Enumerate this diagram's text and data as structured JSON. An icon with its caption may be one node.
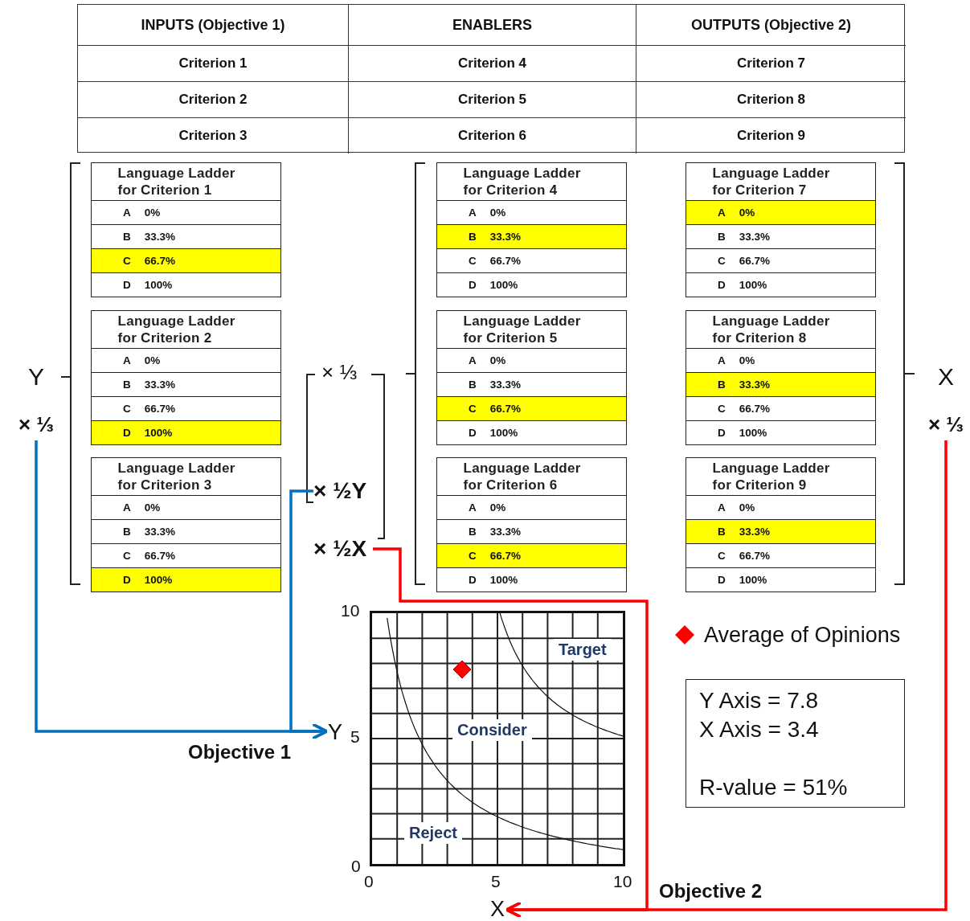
{
  "diagram": {
    "nodes": [
      {
        "text": [
          "Language Ladder for Criterion 1"
        ]
      },
      {
        "text": [
          "A",
          "0%"
        ],
        "in": 0
      },
      {
        "text": [
          "B",
          "33.3%"
        ],
        "in": 0
      },
      {
        "text": [
          "C",
          "66.7%"
        ],
        "in": 0
      },
      {
        "text": [
          "D",
          "100%"
        ],
        "in": 0
      },
      {
        "text": [
          "Language Ladder for Criterion 2"
        ]
      },
      {
        "text": [
          "A",
          "0%"
        ],
        "in": 5
      },
      {
        "text": [
          "B",
          "33.3%"
        ],
        "in": 5
      },
      {
        "text": [
          "C",
          "66.7%"
        ],
        "in": 5
      },
      {
        "text": [
          "D",
          "100%"
        ],
        "in": 5
      },
      {
        "text": [
          "Language Ladder for Criterion 3"
        ]
      },
      {
        "text": [
          "A",
          "0%"
        ],
        "in": 10
      },
      {
        "text": [
          "B",
          "33.3%"
        ],
        "in": 10
      },
      {
        "text": [
          "C",
          "66.7%"
        ],
        "in": 10
      },
      {
        "text": [
          "D",
          "100%"
        ],
        "in": 10
      },
      {
        "text": [
          "Language Ladder for Criterion 4"
        ]
      },
      {
        "text": [
          "A",
          "0%"
        ],
        "in": 15
      },
      {
        "text": [
          "B",
          "33.3%"
        ],
        "in": 15
      },
      {
        "text": [
          "C",
          "66.7%"
        ],
        "in": 15
      },
      {
        "text": [
          "D",
          "100%"
        ],
        "in": 15
      },
      {
        "text": [
          "Language Ladder for Criterion 5"
        ]
      },
      {
        "text": [
          "A",
          "0%"
        ],
        "in": 20
      },
      {
        "text": [
          "B",
          "33.3%"
        ],
        "in": 20
      },
      {
        "text": [
          "C",
          "66.7%"
        ],
        "in": 20
      },
      {
        "text": [
          "D",
          "100%"
        ],
        "in": 20
      },
      {
        "text": [
          "Language Ladder for Criterion 6"
        ]
      },
      {
        "text": [
          "A",
          "0%"
        ],
        "in": 25
      },
      {
        "text": [
          "B",
          "33.3%"
        ],
        "in": 25
      },
      {
        "text": [
          "C",
          "66.7%"
        ],
        "in": 25
      },
      {
        "text": [
          "D",
          "100%"
        ],
        "in": 25
      },
      {
        "text": [
          "Language Ladder for Criterion 7"
        ]
      },
      {
        "text": [
          "A",
          "0%"
        ],
        "in": 30
      },
      {
        "text": [
          "B",
          "33.3%"
        ],
        "in": 30
      },
      {
        "text": [
          "C",
          "66.7%"
        ],
        "in": 30
      },
      {
        "text": [
          "D",
          "100%"
        ],
        "in": 30
      },
      {
        "text": [
          "Language Ladder for Criterion 8"
        ]
      },
      {
        "text": [
          "A",
          "0%"
        ],
        "in": 35
      },
      {
        "text": [
          "B",
          "33.3%"
        ],
        "in": 35
      },
      {
        "text": [
          "C",
          "66.7%"
        ],
        "in": 35
      },
      {
        "text": [
          "D",
          "100%"
        ],
        "in": 35
      },
      {
        "text": [
          "Language Ladder for Criterion 9"
        ]
      },
      {
        "text": [
          "A",
          "0%"
        ],
        "in": 40
      },
      {
        "text": [
          "B",
          "33.3%"
        ],
        "in": 40
      },
      {
        "text": [
          "C",
          "66.7%"
        ],
        "in": 40
      },
      {
        "text": [
          "D",
          "100%"
        ],
        "in": 40
      },
      {
        "text": [
          "Y",
          "× ⅓"
        ]
      },
      {
        "text": [
          "× ½Y"
        ]
      },
      {
        "text": [
          "× ½X"
        ]
      },
      {
        "text": [
          "X",
          "× ⅓"
        ]
      },
      {
        "text": [
          "Target",
          "Consider",
          "Reject"
        ],
        "beside": [
          "10",
          "5",
          "0",
          "0",
          "5",
          "10"
        ]
      },
      {
        "text": [
          "Y"
        ]
      },
      {
        "text": [
          "X"
        ]
      },
      {
        "text": [
          "Y Axis = 7.8",
          "X Axis = 3.4",
          "R-value = 51%"
        ]
      }
    ],
    "edges": [
      {
        "from": 45,
        "to": 50,
        "arrow": "to",
        "label": "Objective 1",
        "color": "#0070c0"
      },
      {
        "from": 46,
        "to": 50,
        "arrow": "to",
        "color": "#0070c0"
      },
      {
        "from": 47,
        "to": 51,
        "arrow": "to",
        "color": "#ff0000"
      },
      {
        "from": 48,
        "to": 51,
        "arrow": "to",
        "label": "Objective 2",
        "color": "#ff0000"
      }
    ],
    "labels": [
      "INPUTS (Objective 1)",
      "ENABLERS",
      "OUTPUTS (Objective 2)",
      "Criterion 1",
      "Criterion 4",
      "Criterion 7",
      "Criterion 2",
      "Criterion 5",
      "Criterion 8",
      "Criterion 3",
      "Criterion 6",
      "Criterion 9",
      "× ⅓"
    ],
    "legend": [
      {
        "text": "Average of Opinions"
      }
    ]
  }
}
